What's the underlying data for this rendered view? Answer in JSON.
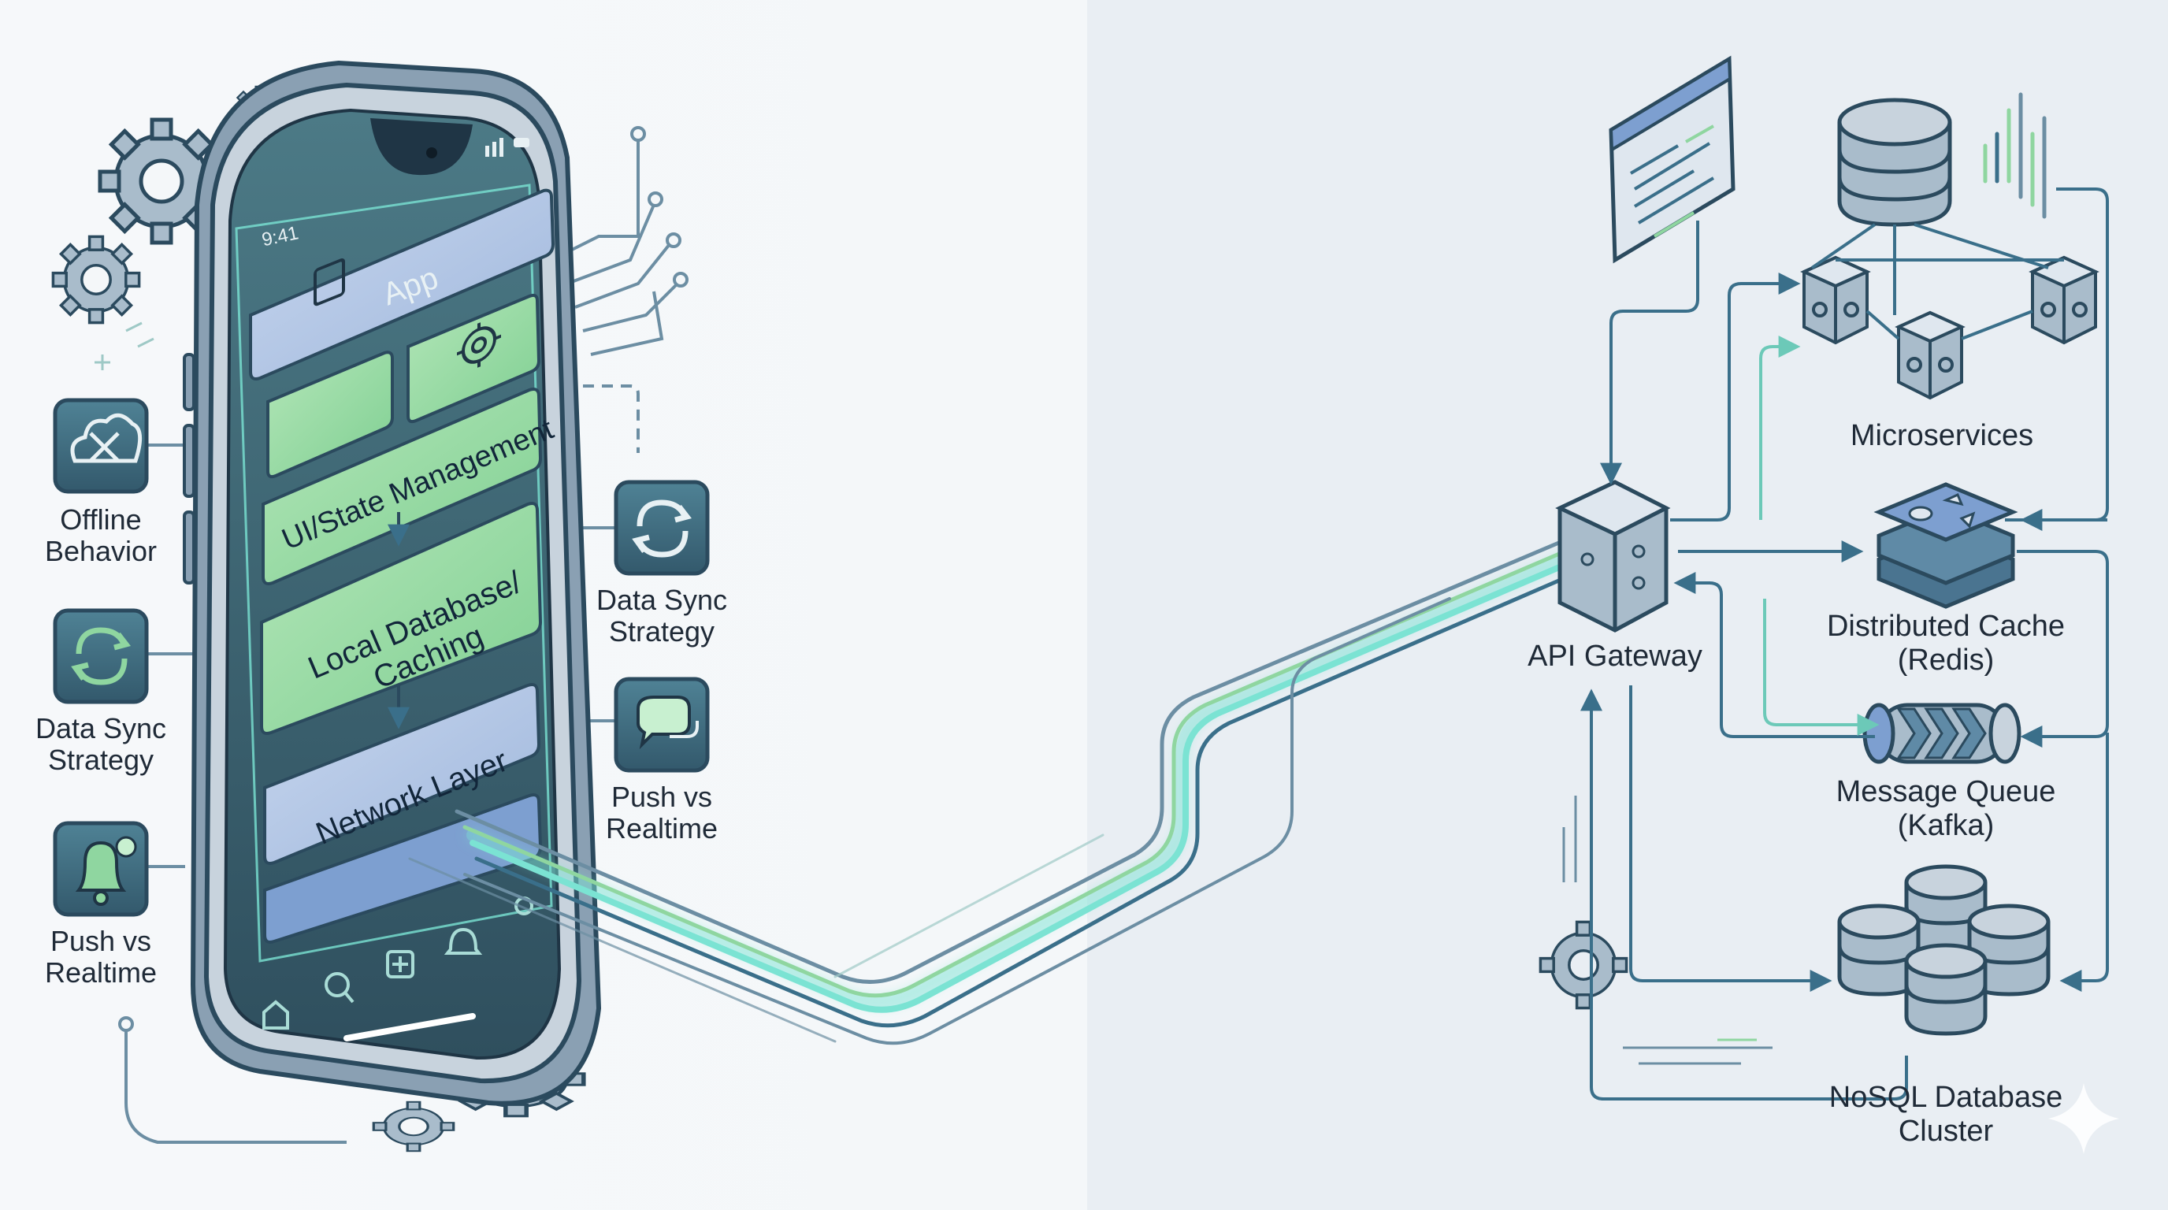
{
  "phone": {
    "status_time": "9:41",
    "app_label": "App",
    "layers": [
      {
        "id": "ui",
        "label": "UI/State Management"
      },
      {
        "id": "localdb",
        "label_lines": [
          "Local Database/",
          "Caching"
        ]
      },
      {
        "id": "network",
        "label": "Network Layer"
      }
    ],
    "nav_icons": [
      "home-icon",
      "search-icon",
      "plus-square-icon",
      "bell-icon",
      "settings-icon"
    ]
  },
  "left_features": [
    {
      "id": "offline",
      "icon": "cloud-offline-icon",
      "lines": [
        "Offline",
        "Behavior"
      ]
    },
    {
      "id": "sync-left",
      "icon": "sync-icon",
      "lines": [
        "Data Sync",
        "Strategy"
      ]
    },
    {
      "id": "push-left",
      "icon": "bell-icon",
      "lines": [
        "Push vs",
        "Realtime"
      ]
    }
  ],
  "right_features": [
    {
      "id": "sync-right",
      "icon": "sync-icon",
      "lines": [
        "Data Sync",
        "Strategy"
      ]
    },
    {
      "id": "push-right",
      "icon": "chat-bubbles-icon",
      "lines": [
        "Push vs",
        "Realtime"
      ]
    }
  ],
  "backend": {
    "gateway": {
      "label": "API Gateway"
    },
    "microservices": {
      "label": "Microservices"
    },
    "cache": {
      "lines": [
        "Distributed Cache",
        "(Redis)"
      ]
    },
    "queue": {
      "lines": [
        "Message Queue",
        "(Kafka)"
      ]
    },
    "nosql": {
      "lines": [
        "NoSQL Database",
        "Cluster"
      ]
    }
  },
  "colors": {
    "outline": "#2b4a5e",
    "green": "#8fd6a0",
    "blue": "#7d9fd0",
    "teal": "#3a6f8a",
    "glow": "#7be3d3",
    "screen": "#3e6878"
  }
}
